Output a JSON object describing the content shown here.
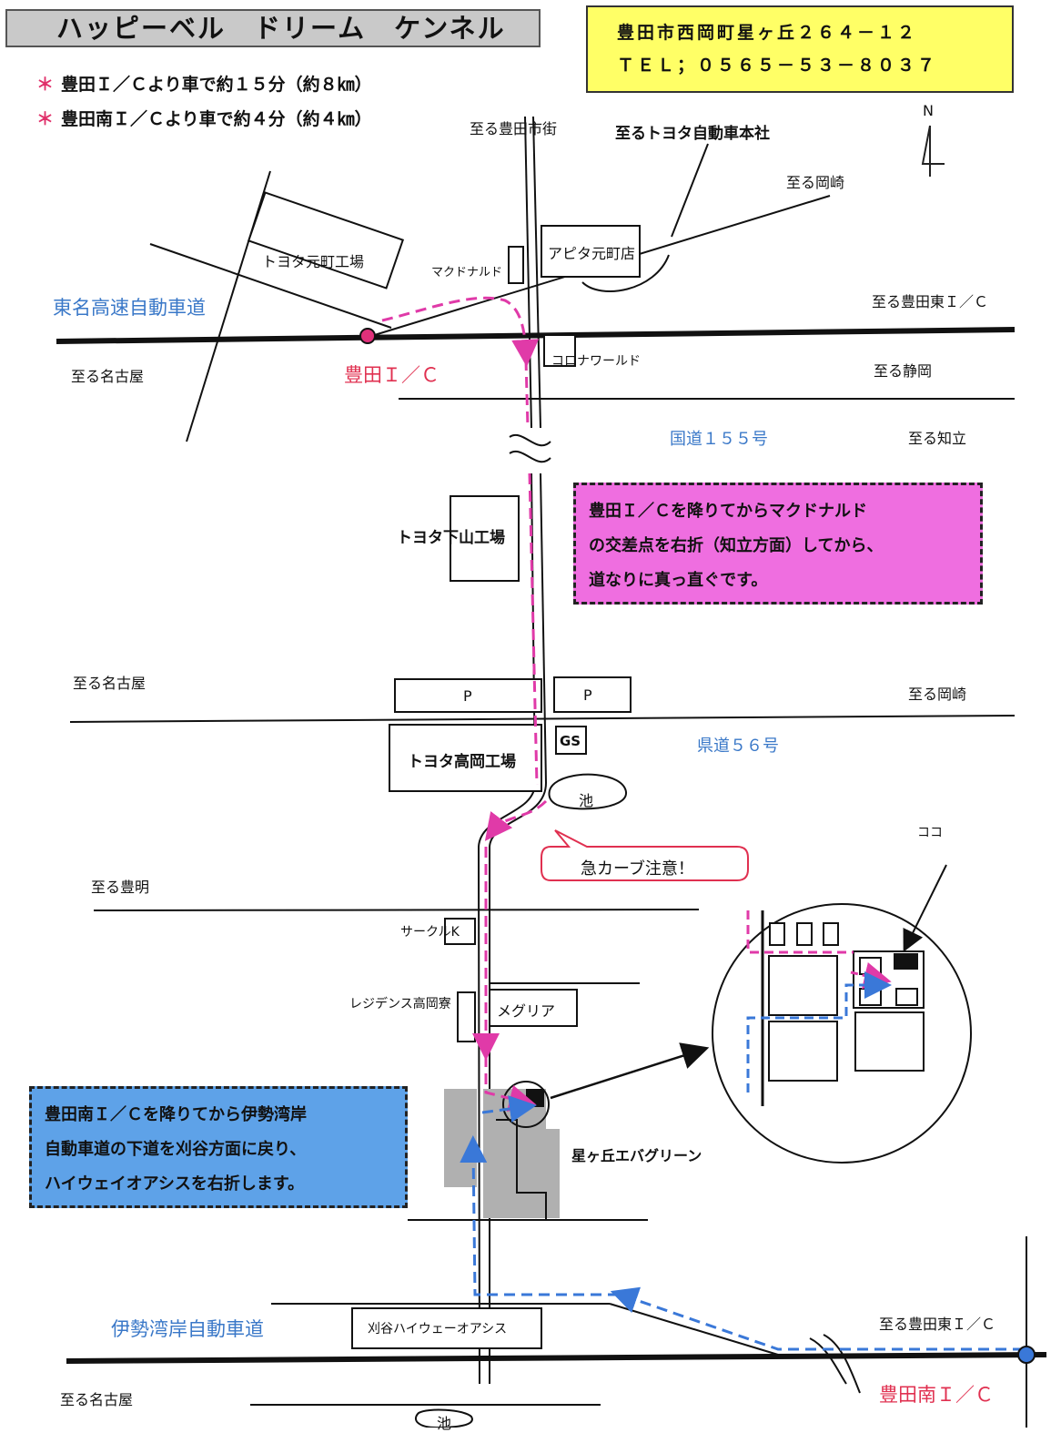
{
  "header": {
    "title": "ハッピーベル　ドリーム　ケンネル",
    "address": "豊田市西岡町星ヶ丘２６４－１２",
    "tel": "ＴＥＬ；０５６５－５３－８０３７"
  },
  "notes": [
    {
      "mark": "＊",
      "text": "豊田Ｉ／Ｃより車で約１５分（約８㎞）"
    },
    {
      "mark": "＊",
      "text": "豊田南Ｉ／Ｃより車で約４分（約４㎞）"
    }
  ],
  "compass": "N",
  "labels": {
    "to_toyota_city": "至る豊田市街",
    "to_toyota_hq": "至るトヨタ自動車本社",
    "to_okazaki_top": "至る岡崎",
    "motomachi_plant": "トヨタ元町工場",
    "mcdonalds": "マクドナルド",
    "apita": "アピタ元町店",
    "to_toyota_east_top": "至る豊田東Ｉ／Ｃ",
    "tomei": "東名高速自動車道",
    "to_nagoya_1": "至る名古屋",
    "toyota_ic": "豊田Ｉ／Ｃ",
    "corona_world": "コロナワールド",
    "to_shizuoka": "至る静岡",
    "route155": "国道１５５号",
    "to_chiryu": "至る知立",
    "shimoyama_plant": "トヨタ下山工場",
    "to_nagoya_2": "至る名古屋",
    "parking_1": "P",
    "parking_2": "P",
    "to_okazaki_mid": "至る岡崎",
    "takaoka_plant": "トヨタ高岡工場",
    "gs": "GS",
    "pref56": "県道５６号",
    "pond_1": "池",
    "sharp_curve": "急カーブ注意！",
    "to_toyoake": "至る豊明",
    "circle_k": "サークルK",
    "residence": "レジデンス高岡寮",
    "meguria": "メグリア",
    "koko": "ココ",
    "evergreen": "星ヶ丘エバグリーン",
    "isewan": "伊勢湾岸自動車道",
    "kariya_oasis": "刈谷ハイウェーオアシス",
    "to_toyota_east_bottom": "至る豊田東Ｉ／Ｃ",
    "to_nagoya_3": "至る名古屋",
    "pond_2": "池",
    "toyota_minami_ic": "豊田南Ｉ／Ｃ"
  },
  "directions": {
    "toyota_ic": [
      "豊田Ｉ／Ｃを降りてからマクドナルド",
      "の交差点を右折（知立方面）してから、",
      "道なりに真っ直ぐです。"
    ],
    "toyota_minami_ic": [
      "豊田南Ｉ／Ｃを降りてから伊勢湾岸",
      "自動車道の下道を刈谷方面に戻り、",
      "ハイウェイオアシスを右折します。"
    ]
  },
  "colors": {
    "route_pink": "#e03aa8",
    "route_blue": "#3a78d8",
    "highlight_yellow": "#ffff66",
    "box_pink": "#ef6ee0",
    "box_blue": "#5ea2e8"
  }
}
